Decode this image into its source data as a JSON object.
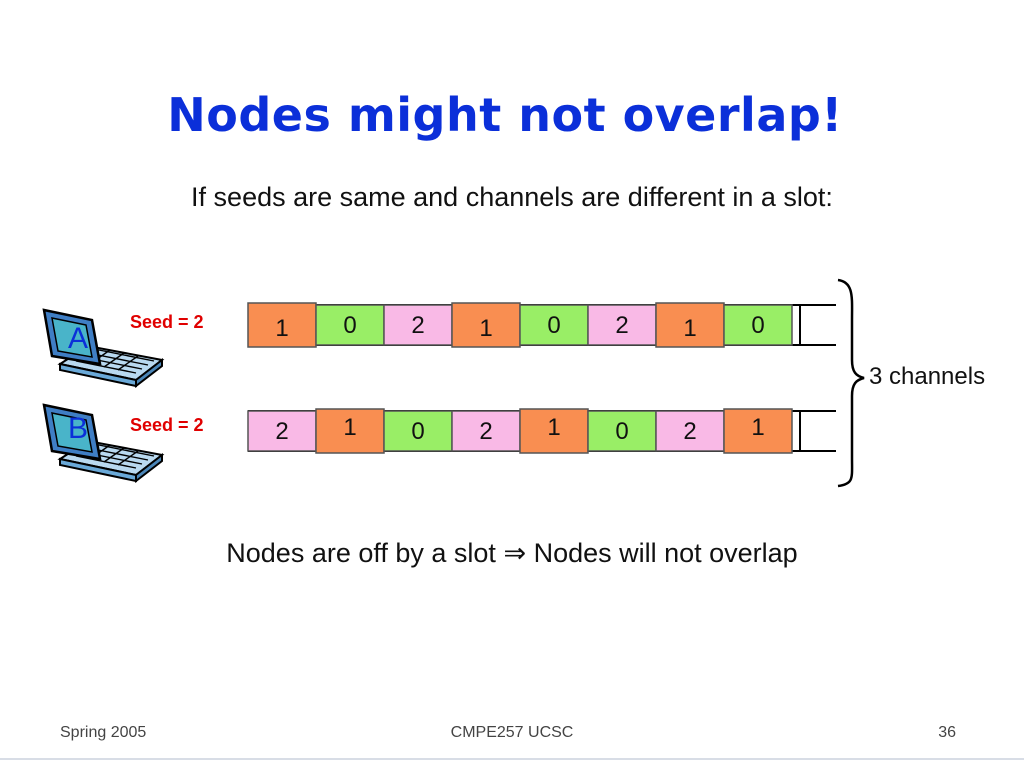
{
  "slide": {
    "title": "Nodes might not overlap!",
    "subtitle": "If seeds are same and channels are different in a slot:",
    "conclusion": "Nodes are off by a slot ⇒ Nodes will not overlap"
  },
  "footer": {
    "left": "Spring 2005",
    "center": "CMPE257   UCSC",
    "right": "36"
  },
  "diagram": {
    "brace_label": "3 channels",
    "channel_colors": {
      "0": "#99ee66",
      "1": "#f98e51",
      "2": "#f9b9e6"
    },
    "nodes": [
      {
        "letter": "A",
        "seed_label": "Seed = 2",
        "sequence": [
          "1",
          "0",
          "2",
          "1",
          "0",
          "2",
          "1",
          "0"
        ]
      },
      {
        "letter": "B",
        "seed_label": "Seed = 2",
        "sequence": [
          "2",
          "1",
          "0",
          "2",
          "1",
          "0",
          "2",
          "1"
        ]
      }
    ]
  }
}
